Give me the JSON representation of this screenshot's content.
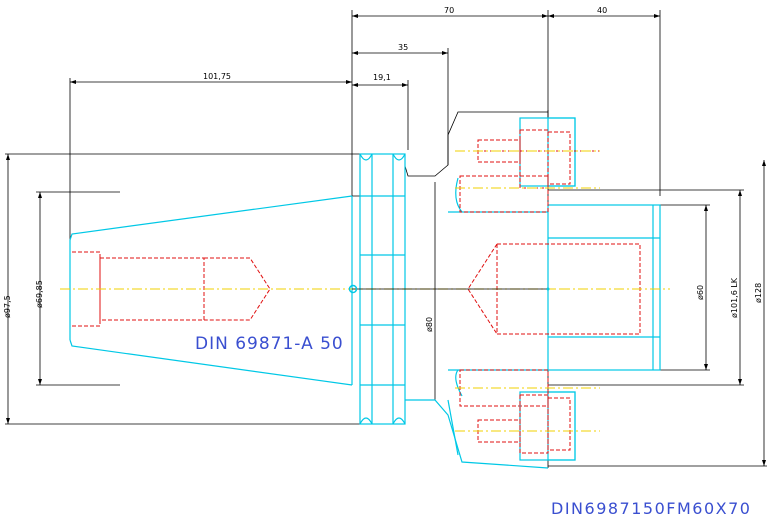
{
  "drawing": {
    "standard_label": "DIN 69871-A 50",
    "part_number": "DIN6987150FM60X70"
  },
  "dimensions": {
    "d_70": "70",
    "d_40": "40",
    "d_35": "35",
    "d_101_75": "101,75",
    "d_19_1": "19,1",
    "dia_97_5": "ø97,5",
    "dia_69_85": "ø69,85",
    "dia_80": "ø80",
    "dia_60": "ø60",
    "dia_101_6_lk": "ø101,6 LK",
    "dia_128": "ø128"
  },
  "colors": {
    "outline": "#00c8e6",
    "hidden": "#e01010",
    "centerline": "#f0d000",
    "dimension": "#000000",
    "label": "#3a4fd0"
  }
}
